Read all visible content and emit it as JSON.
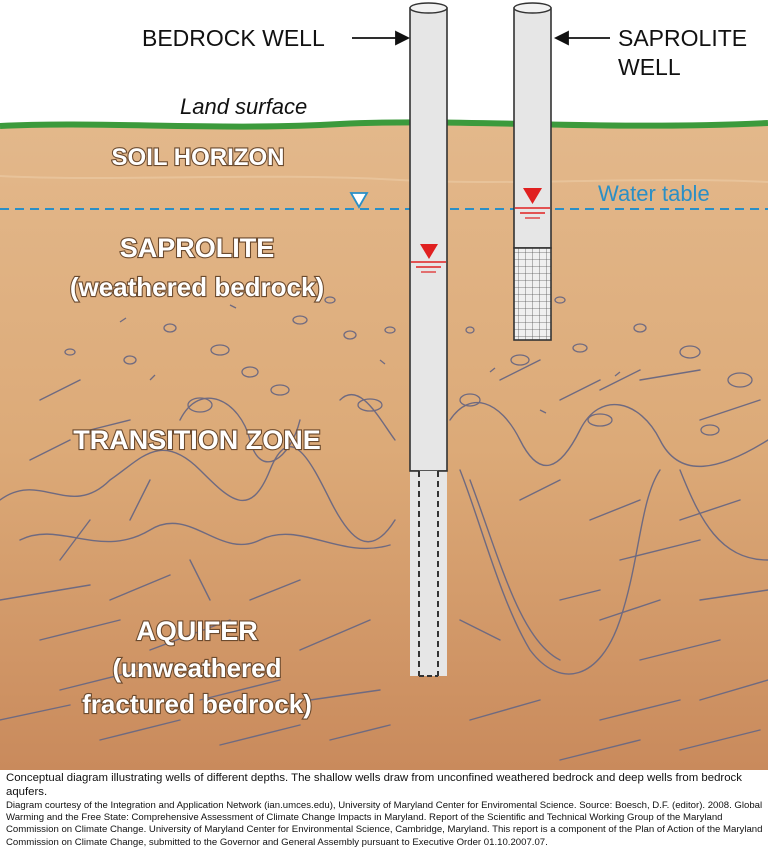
{
  "labels": {
    "bedrock_well": "BEDROCK WELL",
    "saprolite_well_1": "SAPROLITE",
    "saprolite_well_2": "WELL",
    "land_surface": "Land surface",
    "soil_horizon": "SOIL HORIZON",
    "water_table": "Water table",
    "saprolite_1": "SAPROLITE",
    "saprolite_2": "(weathered bedrock)",
    "transition_zone": "TRANSITION ZONE",
    "aquifer_1": "AQUIFER",
    "aquifer_2": "(unweathered",
    "aquifer_3": "fractured bedrock)"
  },
  "caption": {
    "line1": "Conceptual diagram illustrating wells of different depths. The shallow wells draw from unconfined weathered bedrock and deep wells from bedrock aqufers.",
    "credit": "Diagram courtesy of the Integration and Application Network (ian.umces.edu), University of Maryland Center for Enviromental Science. Source: Boesch, D.F. (editor). 2008. Global Warming and the Free State: Comprehensive Assessment of Climate Change Impacts in Maryland. Report of the Scientific and Technical Working Group of the Maryland Commission on Climate Change. University of Maryland Center for Environmental Science, Cambridge, Maryland. This report is a component of the Plan of Action of the Maryland Commission on Climate Change, submitted to the Governor and General Assembly pursuant to Executive Order 01.10.2007.07."
  },
  "colors": {
    "soil_top": "#e0b283",
    "soil_bottom": "#c9875a",
    "grass": "#3c9a3c",
    "water_table": "#2a8fc6",
    "pipe": "#e6e6e6",
    "marker": "#e02020",
    "crack": "#6f6a80"
  }
}
